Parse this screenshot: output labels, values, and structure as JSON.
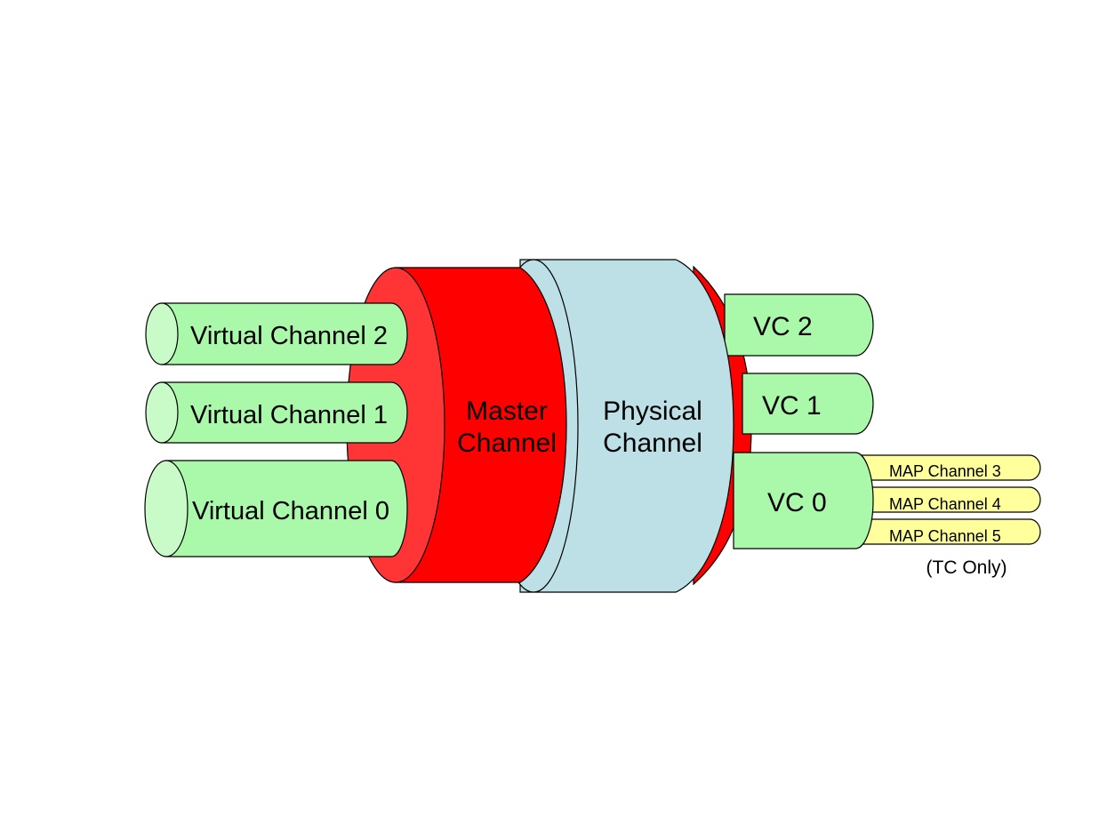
{
  "diagram": {
    "left_channels": [
      {
        "label": "Virtual Channel 2"
      },
      {
        "label": "Virtual Channel 1"
      },
      {
        "label": "Virtual Channel 0"
      }
    ],
    "master_channel": {
      "line1": "Master",
      "line2": "Channel"
    },
    "physical_channel": {
      "line1": "Physical",
      "line2": "Channel"
    },
    "right_channels": [
      {
        "label": "VC 2"
      },
      {
        "label": "VC 1"
      },
      {
        "label": "VC 0"
      }
    ],
    "map_channels": [
      {
        "label": "MAP Channel 3"
      },
      {
        "label": "MAP Channel 4"
      },
      {
        "label": "MAP Channel 5"
      }
    ],
    "map_note": "(TC Only)",
    "colors": {
      "virtual_channel": "#aaf8aa",
      "virtual_channel_end": "#c8fbc8",
      "master_channel": "#ff0000",
      "master_channel_face": "#ff3535",
      "physical_channel": "#bde0e6",
      "map_channel": "#ffff9c"
    }
  }
}
